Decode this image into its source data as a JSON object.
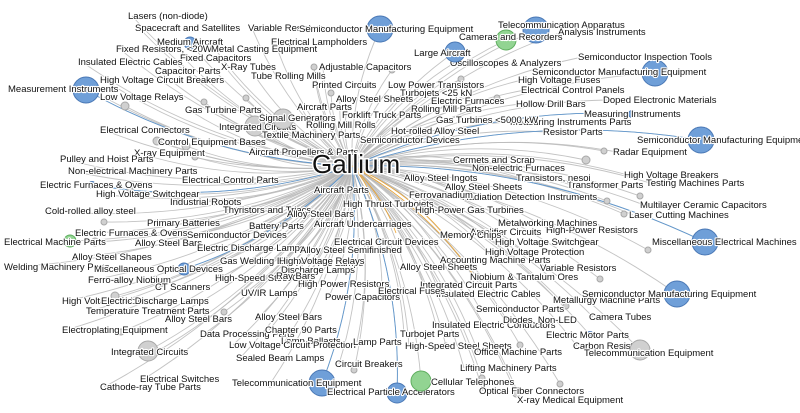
{
  "center": {
    "label": "Gallium"
  },
  "colors": {
    "edge_default": "#b9b9b9",
    "edge_blue": "#4f8fcf",
    "edge_orange": "#f0a020",
    "node_blue": "#6f9fd8",
    "node_blue_stroke": "#4a78b5",
    "node_gray": "#d0d0d0",
    "node_gray_stroke": "#a8a8a8",
    "node_green": "#92d492",
    "node_green_stroke": "#5fae5f"
  },
  "nodes": [
    {
      "label": "Lasers (non-diode)",
      "style": "gray",
      "size": "xs"
    },
    {
      "label": "Spacecraft and Satellites",
      "style": "gray",
      "size": "xs"
    },
    {
      "label": "Variable Resistors",
      "style": "gray",
      "size": "xs"
    },
    {
      "label": "Medium Aircraft",
      "style": "blue",
      "size": "s"
    },
    {
      "label": "Electrical Lampholders",
      "style": "gray",
      "size": "xs"
    },
    {
      "label": "Fixed Resistors, <20W",
      "style": "gray",
      "size": "xs"
    },
    {
      "label": "Metal Casting Equipment",
      "style": "gray",
      "size": "xs"
    },
    {
      "label": "Fixed Capacitors",
      "style": "gray",
      "size": "xs"
    },
    {
      "label": "Insulated Electric Cables",
      "style": "gray",
      "size": "xs"
    },
    {
      "label": "X-Ray Tubes",
      "style": "gray",
      "size": "xs"
    },
    {
      "label": "Capacitor Parts",
      "style": "gray",
      "size": "xs"
    },
    {
      "label": "Tube Rolling Mills",
      "style": "gray",
      "size": "xs"
    },
    {
      "label": "High Voltage Circuit Breakers",
      "style": "gray",
      "size": "xs"
    },
    {
      "label": "Measurement Instruments",
      "style": "blue",
      "size": "l"
    },
    {
      "label": "Low Voltage Relays",
      "style": "gray",
      "size": "xs"
    },
    {
      "label": "Gas Turbine Parts",
      "style": "gray",
      "size": "xs"
    },
    {
      "label": "Integrated Circuits",
      "style": "gray",
      "size": "m"
    },
    {
      "label": "Signal Generators",
      "style": "gray",
      "size": "m"
    },
    {
      "label": "Aircraft Parts",
      "style": "gray",
      "size": "xs"
    },
    {
      "label": "Electrical Connectors",
      "style": "gray",
      "size": "xs"
    },
    {
      "label": "Control Equipment Bases",
      "style": "gray",
      "size": "xs"
    },
    {
      "label": "Textile Machinery Parts",
      "style": "gray",
      "size": "xs"
    },
    {
      "label": "X-ray Equipment",
      "style": "gray",
      "size": "xs"
    },
    {
      "label": "Aircraft Propellers & Parts",
      "style": "gray",
      "size": "xs"
    },
    {
      "label": "Pulley and Hoist Parts",
      "style": "gray",
      "size": "xs"
    },
    {
      "label": "Non-electrical Machinery Parts",
      "style": "gray",
      "size": "xs"
    },
    {
      "label": "Electric Furnaces & Ovens",
      "style": "blue",
      "size": "xs"
    },
    {
      "label": "Electrical Control Parts",
      "style": "gray",
      "size": "xs"
    },
    {
      "label": "High Voltage Switchgear",
      "style": "gray",
      "size": "xs"
    },
    {
      "label": "Industrial Robots",
      "style": "gray",
      "size": "xs"
    },
    {
      "label": "Cold-rolled alloy steel",
      "style": "gray",
      "size": "xs"
    },
    {
      "label": "Thyristors and Triacs",
      "style": "gray",
      "size": "xs"
    },
    {
      "label": "Primary Batteries",
      "style": "gray",
      "size": "xs"
    },
    {
      "label": "Electric Furnaces & Ovens",
      "style": "gray",
      "size": "xs"
    },
    {
      "label": "Semiconductor Devices",
      "style": "gray",
      "size": "xs"
    },
    {
      "label": "Electrical Machine Parts",
      "style": "green",
      "size": "s"
    },
    {
      "label": "Alloy Steel Bars",
      "style": "gray",
      "size": "xs"
    },
    {
      "label": "Battery Parts",
      "style": "gray",
      "size": "xs"
    },
    {
      "label": "Electric Discharge Lamps",
      "style": "gray",
      "size": "xs"
    },
    {
      "label": "Alloy Steel Shapes",
      "style": "gray",
      "size": "xs"
    },
    {
      "label": "Gas Welding Equipment",
      "style": "gray",
      "size": "xs"
    },
    {
      "label": "Welding Machinery Parts",
      "style": "gray",
      "size": "xs"
    },
    {
      "label": "Miscellaneous Optical Devices",
      "style": "blue",
      "size": "s"
    },
    {
      "label": "Ferro-alloy Niobium",
      "style": "gray",
      "size": "xs"
    },
    {
      "label": "High-Speed Steel Coils",
      "style": "gray",
      "size": "xs"
    },
    {
      "label": "CT Scanners",
      "style": "gray",
      "size": "xs"
    },
    {
      "label": "Discharge Lamps",
      "style": "gray",
      "size": "xs"
    },
    {
      "label": "UV/IR Lamps",
      "style": "gray",
      "size": "xs"
    },
    {
      "label": "High Voltage Cables",
      "style": "gray",
      "size": "xs"
    },
    {
      "label": "Electric Discharge Lamps",
      "style": "gray",
      "size": "xs"
    },
    {
      "label": "Temperature Treatment Parts",
      "style": "gray",
      "size": "xs"
    },
    {
      "label": "Alloy Steel Bars",
      "style": "gray",
      "size": "xs"
    },
    {
      "label": "Electroplating Equipment",
      "style": "gray",
      "size": "xs"
    },
    {
      "label": "Data Processing Parts",
      "style": "gray",
      "size": "xs"
    },
    {
      "label": "Chapter 90 Parts",
      "style": "gray",
      "size": "xs"
    },
    {
      "label": "Lamp Ballasts",
      "style": "gray",
      "size": "xs"
    },
    {
      "label": "Integrated Circuits",
      "style": "gray",
      "size": "m"
    },
    {
      "label": "Low Voltage Circuit Protection",
      "style": "gray",
      "size": "xs"
    },
    {
      "label": "Sealed Beam Lamps",
      "style": "gray",
      "size": "xs"
    },
    {
      "label": "Electrical Switches",
      "style": "gray",
      "size": "xs"
    },
    {
      "label": "Cathode-ray Tube Parts",
      "style": "gray",
      "size": "xs"
    },
    {
      "label": "Telecommunication Equipment",
      "style": "blue",
      "size": "l"
    },
    {
      "label": "Circuit Breakers",
      "style": "gray",
      "size": "xs"
    },
    {
      "label": "Electrical Particle Accelerators",
      "style": "blue",
      "size": "m"
    },
    {
      "label": "Cellular Telephones",
      "style": "green",
      "size": "m"
    },
    {
      "label": "Lifting Machinery Parts",
      "style": "gray",
      "size": "xs"
    },
    {
      "label": "Optical Fiber Connectors",
      "style": "gray",
      "size": "xs"
    },
    {
      "label": "X-ray Medical Equipment",
      "style": "blue",
      "size": "xs"
    },
    {
      "label": "Lamp Parts",
      "style": "gray",
      "size": "xs"
    },
    {
      "label": "Turbojet Parts",
      "style": "gray",
      "size": "xs"
    },
    {
      "label": "High-Speed Steel Sheets",
      "style": "gray",
      "size": "xs"
    },
    {
      "label": "Office Machine Parts",
      "style": "gray",
      "size": "xs"
    },
    {
      "label": "Insulated Electric Conductors",
      "style": "gray",
      "size": "xs"
    },
    {
      "label": "Semiconductor Parts",
      "style": "gray",
      "size": "xs"
    },
    {
      "label": "Diodes, Non-LED",
      "style": "gray",
      "size": "xs"
    },
    {
      "label": "Electric Motor Parts",
      "style": "blue",
      "size": "xs"
    },
    {
      "label": "Carbon Resistors",
      "style": "gray",
      "size": "xs"
    },
    {
      "label": "Telecommunication Equipment",
      "style": "gray",
      "size": "m"
    },
    {
      "label": "Camera Tubes",
      "style": "gray",
      "size": "xs"
    },
    {
      "label": "Metallurgy Machine Parts",
      "style": "gray",
      "size": "xs"
    },
    {
      "label": "Semiconductor Manufacturing Equipment",
      "style": "blue",
      "size": "l"
    },
    {
      "label": "Insulated Electric Cables",
      "style": "gray",
      "size": "xs"
    },
    {
      "label": "Variable Resistors",
      "style": "gray",
      "size": "xs"
    },
    {
      "label": "Niobium & Tantalum Ores",
      "style": "gray",
      "size": "xs"
    },
    {
      "label": "Integrated Circuit Parts",
      "style": "gray",
      "size": "xs"
    },
    {
      "label": "Accounting Machine Parts",
      "style": "gray",
      "size": "xs"
    },
    {
      "label": "High Voltage Protection",
      "style": "gray",
      "size": "xs"
    },
    {
      "label": "High Voltage Switchgear",
      "style": "gray",
      "size": "xs"
    },
    {
      "label": "Miscellaneous Electrical Machines",
      "style": "blue",
      "size": "l"
    },
    {
      "label": "High-Power Resistors",
      "style": "gray",
      "size": "xs"
    },
    {
      "label": "Metalworking Machines",
      "style": "gray",
      "size": "xs"
    },
    {
      "label": "Amplifier Circuits",
      "style": "gray",
      "size": "xs"
    },
    {
      "label": "Memory Chips",
      "style": "gray",
      "size": "xs"
    },
    {
      "label": "Laser Cutting Machines",
      "style": "blue",
      "size": "xs"
    },
    {
      "label": "Multilayer Ceramic Capacitors",
      "style": "gray",
      "size": "xs"
    },
    {
      "label": "High Voltage Breakers",
      "style": "gray",
      "size": "xs"
    },
    {
      "label": "Testing Machines Parts",
      "style": "gray",
      "size": "xs"
    },
    {
      "label": "Transformer Parts",
      "style": "gray",
      "size": "xs"
    },
    {
      "label": "Radiation Detection Instruments",
      "style": "gray",
      "size": "xs"
    },
    {
      "label": "Semiconductor Manufacturing Equipment",
      "style": "blue",
      "size": "l"
    },
    {
      "label": "Radar Equipment",
      "style": "blue",
      "size": "xs"
    },
    {
      "label": "Resistor Parts",
      "style": "gray",
      "size": "xs"
    },
    {
      "label": "Measuring Instruments Parts",
      "style": "gray",
      "size": "xs"
    },
    {
      "label": "Measuring Instruments",
      "style": "blue",
      "size": "xs"
    },
    {
      "label": "Doped Electronic Materials",
      "style": "gray",
      "size": "xs"
    },
    {
      "label": "Semiconductor Manufacturing Equipment",
      "style": "blue",
      "size": "l"
    },
    {
      "label": "Semiconductor Inspection Tools",
      "style": "blue",
      "size": "xs"
    },
    {
      "label": "Oscilloscopes & Analyzers",
      "style": "gray",
      "size": "xs"
    },
    {
      "label": "High Voltage Fuses",
      "style": "gray",
      "size": "xs"
    },
    {
      "label": "Electrical Control Panels",
      "style": "gray",
      "size": "xs"
    },
    {
      "label": "Hollow Drill Bars",
      "style": "gray",
      "size": "xs"
    },
    {
      "label": "Telecommunication Apparatus",
      "style": "blue",
      "size": "l"
    },
    {
      "label": "Analysis Instruments",
      "style": "gray",
      "size": "xs"
    },
    {
      "label": "Cameras and Recorders",
      "style": "green",
      "size": "m"
    },
    {
      "label": "Large Aircraft",
      "style": "blue",
      "size": "m"
    },
    {
      "label": "Semiconductor Manufacturing Equipment",
      "style": "blue",
      "size": "l"
    },
    {
      "label": "Adjustable Capacitors",
      "style": "gray",
      "size": "xs"
    },
    {
      "label": "Printed Circuits",
      "style": "gray",
      "size": "xs"
    },
    {
      "label": "Low Power Transistors",
      "style": "gray",
      "size": "xs"
    },
    {
      "label": "Turbojets <25 kN",
      "style": "gray",
      "size": "xs"
    },
    {
      "label": "Electric Furnaces",
      "style": "gray",
      "size": "xs"
    },
    {
      "label": "Rolling Mill Parts",
      "style": "gray",
      "size": "xs"
    },
    {
      "label": "Alloy Steel Sheets",
      "style": "gray",
      "size": "xs"
    },
    {
      "label": "Forklift Truck Parts",
      "style": "gray",
      "size": "xs"
    },
    {
      "label": "Rolling Mill Rolls",
      "style": "gray",
      "size": "xs"
    },
    {
      "label": "Gas Turbines <5000 kW",
      "style": "gray",
      "size": "xs"
    },
    {
      "label": "Hot-rolled Alloy Steel",
      "style": "gray",
      "size": "xs"
    },
    {
      "label": "Semiconductor Devices",
      "style": "gray",
      "size": "xs"
    },
    {
      "label": "Cermets and Scrap",
      "style": "gray",
      "size": "xs"
    },
    {
      "label": "Non-electric Furnaces",
      "style": "gray",
      "size": "xs"
    },
    {
      "label": "Transistors, nesoi",
      "style": "gray",
      "size": "xs"
    },
    {
      "label": "Alloy Steel Ingots",
      "style": "gray",
      "size": "xs"
    },
    {
      "label": "Alloy Steel Sheets",
      "style": "gray",
      "size": "xs"
    },
    {
      "label": "Aircraft Parts",
      "style": "gray",
      "size": "xs"
    },
    {
      "label": "Ferrovanadium",
      "style": "gray",
      "size": "xs"
    },
    {
      "label": "High Thrust Turbojets",
      "style": "gray",
      "size": "xs"
    },
    {
      "label": "Alloy Steel Bars",
      "style": "gray",
      "size": "xs"
    },
    {
      "label": "High-Power Gas Turbines",
      "style": "gray",
      "size": "xs"
    },
    {
      "label": "Aircraft Undercarriages",
      "style": "gray",
      "size": "xs"
    },
    {
      "label": "Electrical Circuit Devices",
      "style": "gray",
      "size": "xs"
    },
    {
      "label": "Alloy Steel Semifinished",
      "style": "gray",
      "size": "xs"
    },
    {
      "label": "Arc Lamps",
      "style": "gray",
      "size": "xs"
    },
    {
      "label": "High Voltage Relays",
      "style": "gray",
      "size": "xs"
    },
    {
      "label": "High Power Resistors",
      "style": "gray",
      "size": "xs"
    },
    {
      "label": "Power Capacitors",
      "style": "gray",
      "size": "xs"
    },
    {
      "label": "Electrical Fuses",
      "style": "gray",
      "size": "xs"
    },
    {
      "label": "Alloy Steel Sheets",
      "style": "gray",
      "size": "xs"
    },
    {
      "label": "Ray Bars",
      "style": "gray",
      "size": "xs"
    },
    {
      "label": "Alloy Steel Bars",
      "style": "gray",
      "size": "xs"
    }
  ]
}
